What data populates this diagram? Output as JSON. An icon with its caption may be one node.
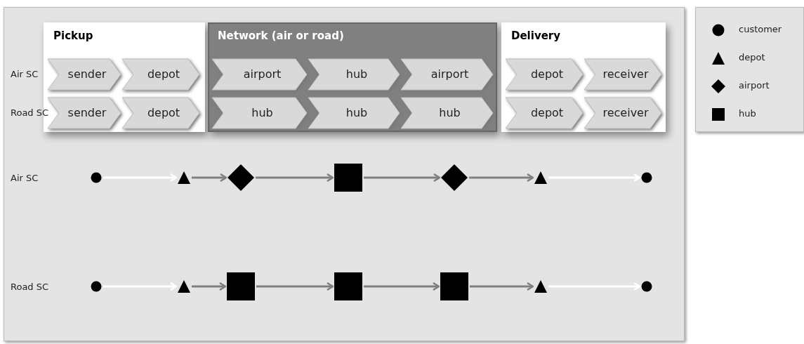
{
  "diagram": {
    "nodes": [
      {
        "text": [
          "Pickup"
        ]
      },
      {
        "text": [
          "Network (air or road)"
        ]
      },
      {
        "text": [
          "Delivery"
        ]
      },
      {
        "text": [
          "sender"
        ],
        "in": 0
      },
      {
        "text": [
          "depot"
        ],
        "in": 0
      },
      {
        "text": [
          "airport"
        ],
        "in": 1
      },
      {
        "text": [
          "hub"
        ],
        "in": 1
      },
      {
        "text": [
          "airport"
        ],
        "in": 1
      },
      {
        "text": [
          "depot"
        ],
        "in": 2
      },
      {
        "text": [
          "receiver"
        ],
        "in": 2
      },
      {
        "text": [
          "sender"
        ],
        "in": 0
      },
      {
        "text": [
          "depot"
        ],
        "in": 0
      },
      {
        "text": [
          "hub"
        ],
        "in": 1
      },
      {
        "text": [
          "hub"
        ],
        "in": 1
      },
      {
        "text": [
          "hub"
        ],
        "in": 1
      },
      {
        "text": [
          "depot"
        ],
        "in": 2
      },
      {
        "text": [
          "receiver"
        ],
        "in": 2
      },
      {
        "text": [],
        "shape": "circle"
      },
      {
        "text": [],
        "shape": "triangle"
      },
      {
        "text": [],
        "shape": "diamond"
      },
      {
        "text": [],
        "shape": "box"
      },
      {
        "text": [],
        "shape": "diamond"
      },
      {
        "text": [],
        "shape": "triangle"
      },
      {
        "text": [],
        "shape": "circle"
      },
      {
        "text": [],
        "shape": "circle"
      },
      {
        "text": [],
        "shape": "triangle"
      },
      {
        "text": [],
        "shape": "box"
      },
      {
        "text": [],
        "shape": "box"
      },
      {
        "text": [],
        "shape": "box"
      },
      {
        "text": [],
        "shape": "triangle"
      },
      {
        "text": [],
        "shape": "circle"
      }
    ],
    "edges": [
      {
        "from": 17,
        "to": 18,
        "arrow": "to",
        "color": "#ffffff"
      },
      {
        "from": 18,
        "to": 19,
        "arrow": "to"
      },
      {
        "from": 19,
        "to": 20,
        "arrow": "to"
      },
      {
        "from": 20,
        "to": 21,
        "arrow": "to"
      },
      {
        "from": 21,
        "to": 22,
        "arrow": "to"
      },
      {
        "from": 22,
        "to": 23,
        "arrow": "to",
        "color": "#ffffff"
      },
      {
        "from": 24,
        "to": 25,
        "arrow": "to",
        "color": "#ffffff"
      },
      {
        "from": 25,
        "to": 26,
        "arrow": "to"
      },
      {
        "from": 26,
        "to": 27,
        "arrow": "to"
      },
      {
        "from": 27,
        "to": 28,
        "arrow": "to"
      },
      {
        "from": 28,
        "to": 29,
        "arrow": "to"
      },
      {
        "from": 29,
        "to": 30,
        "arrow": "to",
        "color": "#ffffff"
      }
    ],
    "labels": [
      "Air SC",
      "Road SC",
      "Air SC",
      "Road SC"
    ],
    "legend": [
      {
        "text": "customer"
      },
      {
        "text": "depot"
      },
      {
        "text": "airport"
      },
      {
        "text": "hub"
      }
    ]
  }
}
